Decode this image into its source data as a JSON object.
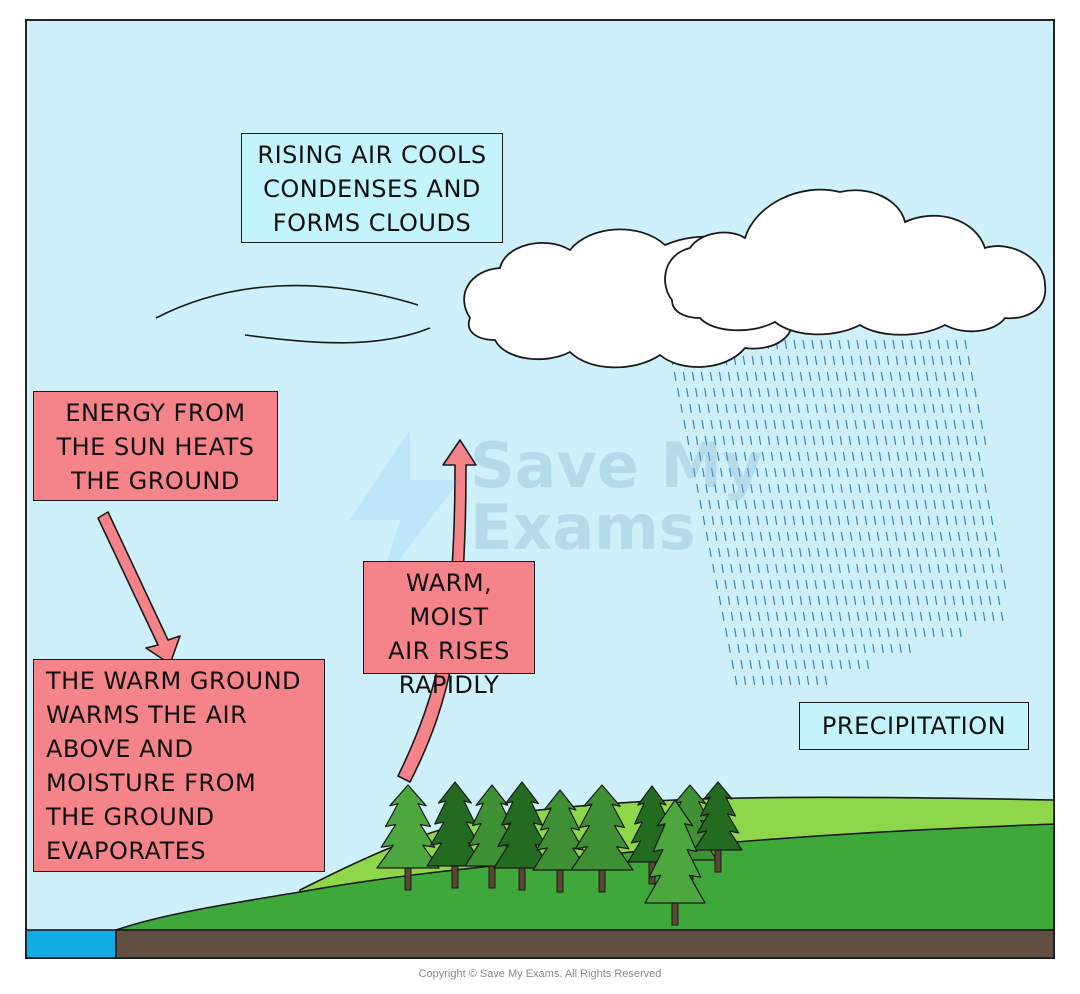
{
  "labels": {
    "condensation": "RISING AIR COOLS\nCONDENSES AND\nFORMS CLOUDS",
    "energy": "ENERGY FROM\nTHE SUN HEATS\nTHE GROUND",
    "warm_ground": "THE WARM GROUND\nWARMS THE AIR\nABOVE AND\nMOISTURE FROM\nTHE GROUND\nEVAPORATES",
    "warm_air": "WARM, MOIST\nAIR RISES\nRAPIDLY",
    "precipitation": "PRECIPITATION"
  },
  "watermark": "Save My\nExams",
  "copyright": "Copyright © Save My Exams. All Rights Reserved",
  "colors": {
    "sky": "#cdf0fb",
    "pink_box": "#f4838a",
    "cyan_box": "#c3f3fb",
    "hill_dark": "#3ea83a",
    "hill_light": "#8fd74a",
    "soil": "#614f41",
    "water": "#12abe3",
    "rain": "#3e86b8"
  }
}
